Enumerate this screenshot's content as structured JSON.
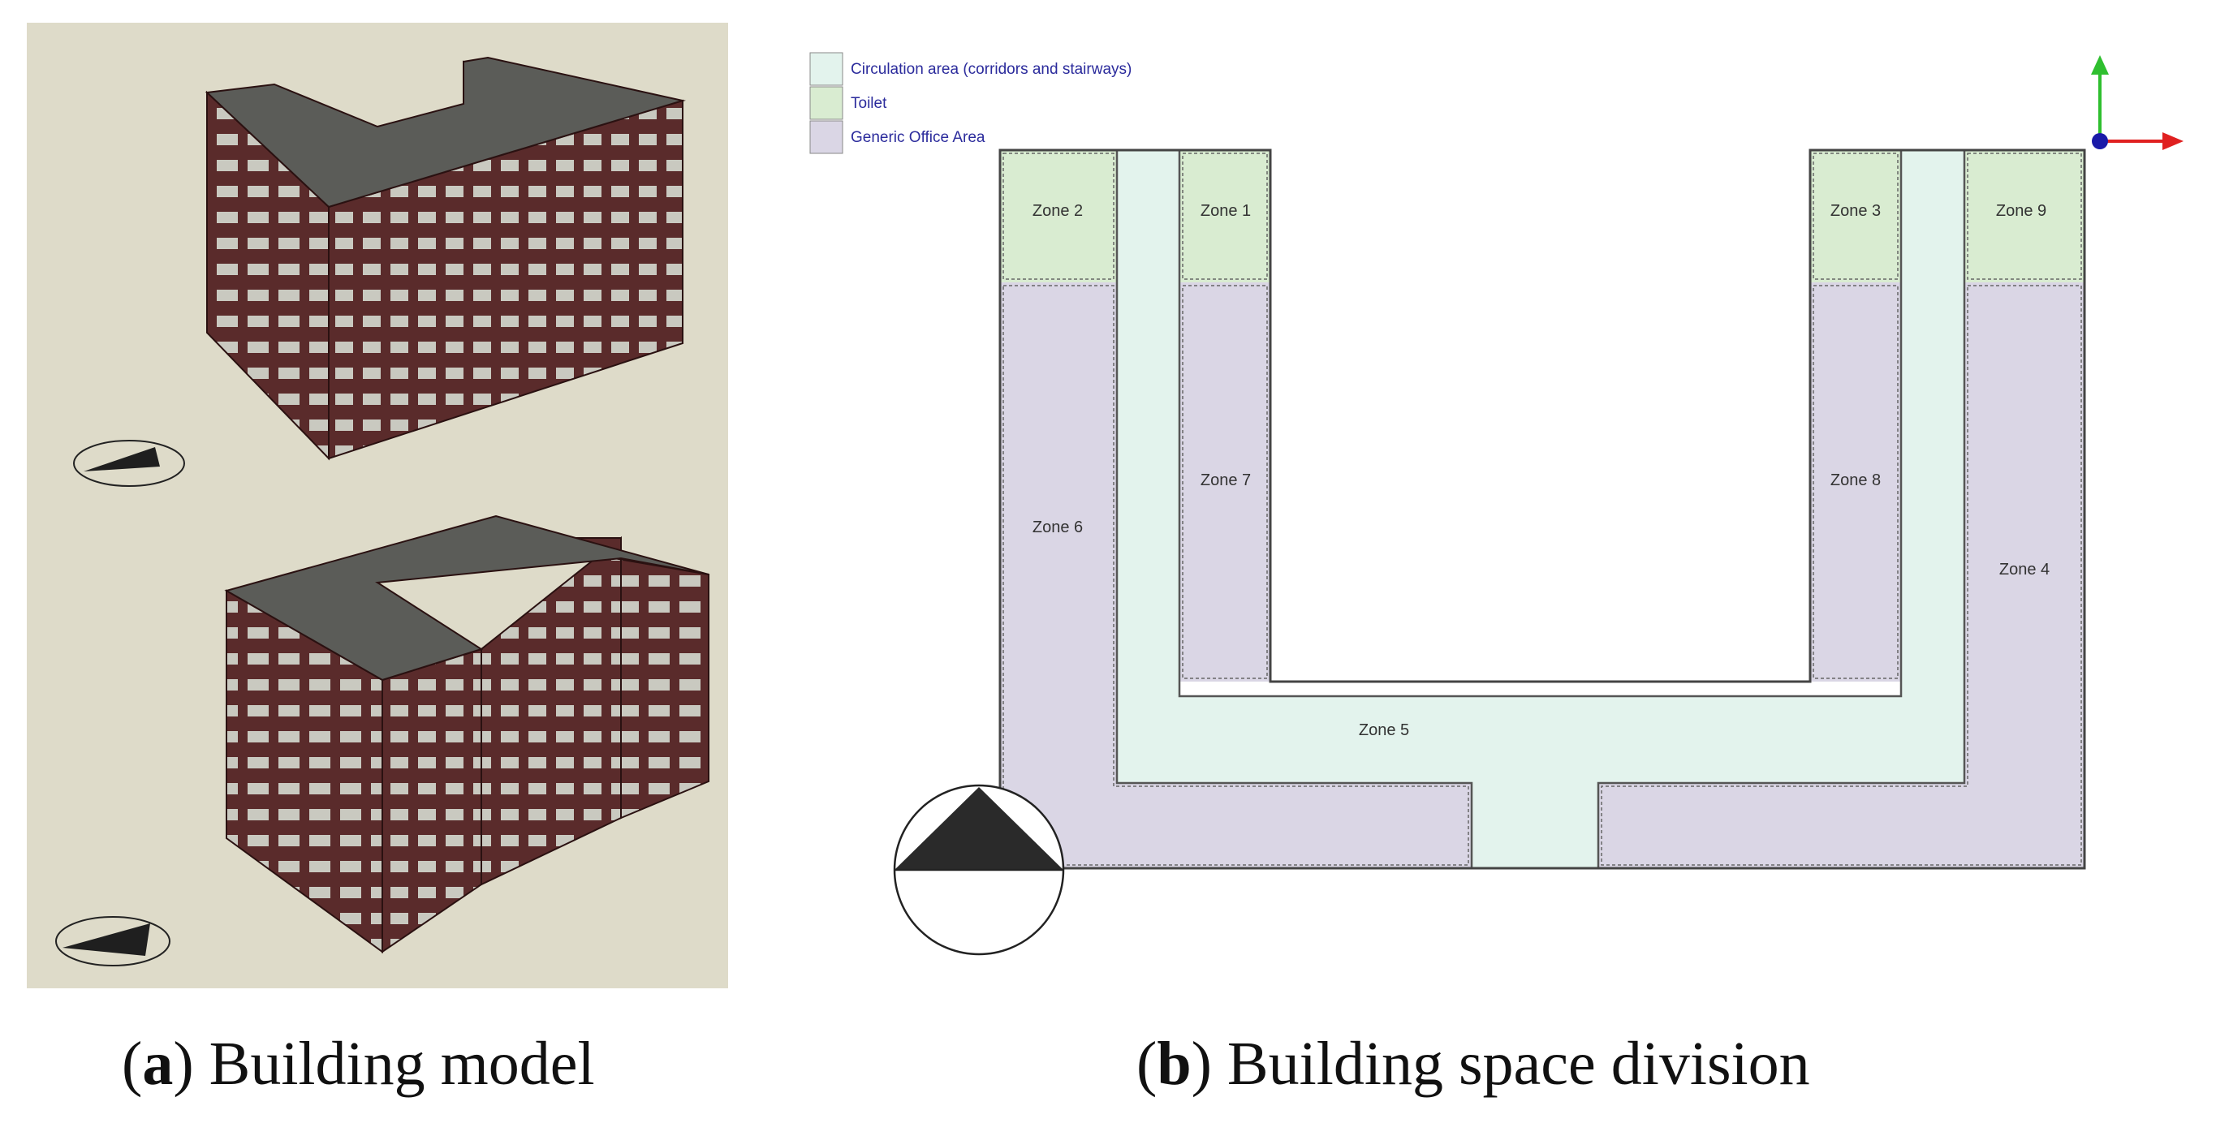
{
  "colors": {
    "circulation": "#e3f3ed",
    "toilet": "#d9ecd1",
    "office": "#dad6e5",
    "model_background": "#dedbc9",
    "facade": "#5a2b2b",
    "roof": "#5b5c58",
    "window": "#c9c9c0",
    "axis_x": "#e02020",
    "axis_y": "#2fbf2f",
    "axis_origin": "#1a1aa8"
  },
  "legend": {
    "circulation": "Circulation area (corridors and stairways)",
    "toilet": "Toilet",
    "office": "Generic Office Area"
  },
  "zones": {
    "z1": "Zone 1",
    "z2": "Zone 2",
    "z3": "Zone 3",
    "z4": "Zone 4",
    "z5": "Zone 5",
    "z6": "Zone 6",
    "z7": "Zone 7",
    "z8": "Zone 8",
    "z9": "Zone 9"
  },
  "icons": {
    "north_arrow": "north-arrow-icon",
    "axes": "xyz-axes-icon",
    "compass": "compass-icon"
  },
  "captions": {
    "a_letter": "a",
    "a_text": "Building model",
    "b_letter": "b",
    "b_text": "Building space division"
  }
}
